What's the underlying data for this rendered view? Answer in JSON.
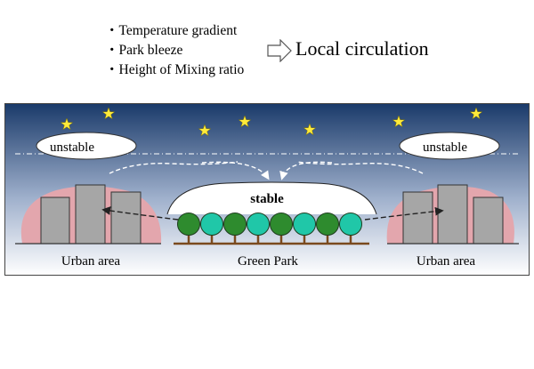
{
  "factors": [
    "・Temperature gradient",
    "・Park bleeze",
    "・Height of Mixing ratio"
  ],
  "result": "Local circulation",
  "scene": {
    "unstable_left": "unstable",
    "unstable_right": "unstable",
    "stable": "stable",
    "label_left": "Urban area",
    "label_center": "Green Park",
    "label_right": "Urban area"
  },
  "colors": {
    "sky_top": "#1a3a6a",
    "sky_bottom": "#ffffff",
    "urban_heat": "#e3a6ad",
    "building": "#a6a6a6",
    "tree_dark": "#2e8b2e",
    "tree_light": "#20c7a8",
    "trunk": "#7a4a1e",
    "star": "#ffeb3b"
  },
  "icons": [
    "star-icon",
    "tree-icon",
    "building-icon",
    "arrow-right-icon"
  ]
}
